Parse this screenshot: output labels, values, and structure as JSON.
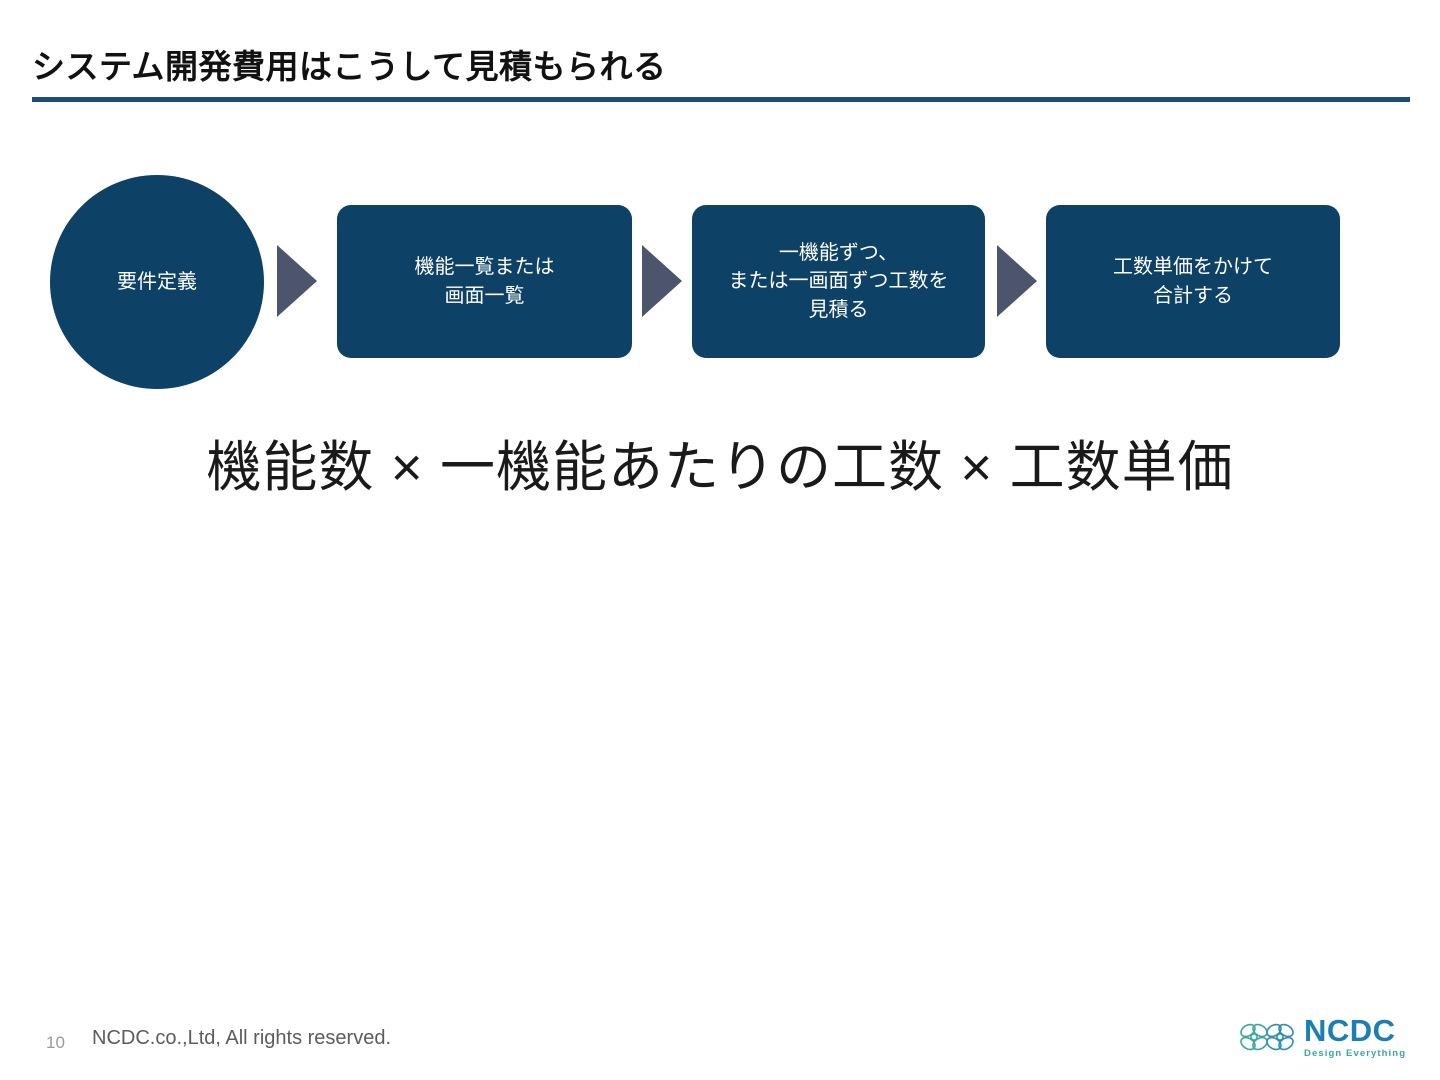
{
  "slide": {
    "title": "システム開発費用はこうして見積もられる",
    "rule_color": "#1b4e77"
  },
  "flow": {
    "node_color": "#0d4166",
    "arrow_color": "#4c556b",
    "nodes": [
      {
        "shape": "circle",
        "label": "要件定義"
      },
      {
        "shape": "rounded-rect",
        "line1": "機能一覧または",
        "line2": "画面一覧"
      },
      {
        "shape": "rounded-rect",
        "line1": "一機能ずつ、",
        "line2": "または一画面ずつ工数を",
        "line3": "見積る"
      },
      {
        "shape": "rounded-rect",
        "line1": "工数単価をかけて",
        "line2": "合計する"
      }
    ],
    "arrows": [
      {
        "name": "arrow-1"
      },
      {
        "name": "arrow-2"
      },
      {
        "name": "arrow-3"
      }
    ]
  },
  "formula": {
    "text": "機能数 × 一機能あたりの工数 × 工数単価"
  },
  "footer": {
    "page_number": "10",
    "copyright": "NCDC.co.,Ltd, All rights reserved."
  },
  "logo": {
    "wordmark": "NCDC",
    "tagline": "Design Everything",
    "mark_color_left": "#3ba99d",
    "mark_color_right": "#2f8fb5",
    "wordmark_color": "#1a7fb5",
    "tagline_color": "#3aa89e"
  }
}
